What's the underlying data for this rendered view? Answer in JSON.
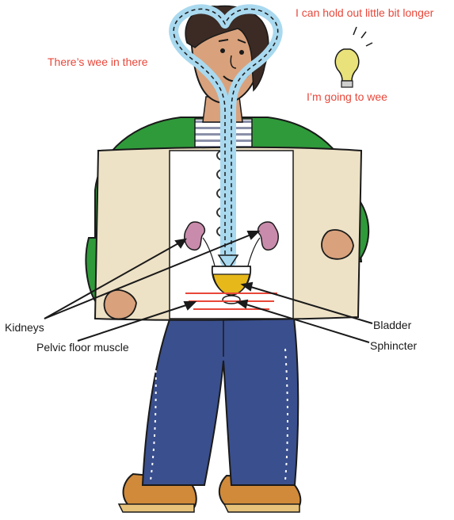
{
  "thoughts": {
    "hold": "I can hold out little bit longer",
    "wee_in_there": "There’s wee in there",
    "going": "I’m going to wee"
  },
  "labels": {
    "kidneys": "Kidneys",
    "pelvic_floor": "Pelvic floor muscle",
    "bladder": "Bladder",
    "sphincter": "Sphincter"
  },
  "colors": {
    "thought_text": "#e8473a",
    "label_text": "#1a1a1a",
    "nerve_path": "#a9d9ef",
    "jacket": "#2f9a3a",
    "board": "#eee2c6",
    "trousers": "#3a4f8e",
    "kidney": "#c98bab",
    "urine": "#e6b81a",
    "pelvic_floor_lines": "#e8473a",
    "bulb": "#e9e27a",
    "skin": "#d9a27c",
    "hair": "#3b2b24"
  }
}
